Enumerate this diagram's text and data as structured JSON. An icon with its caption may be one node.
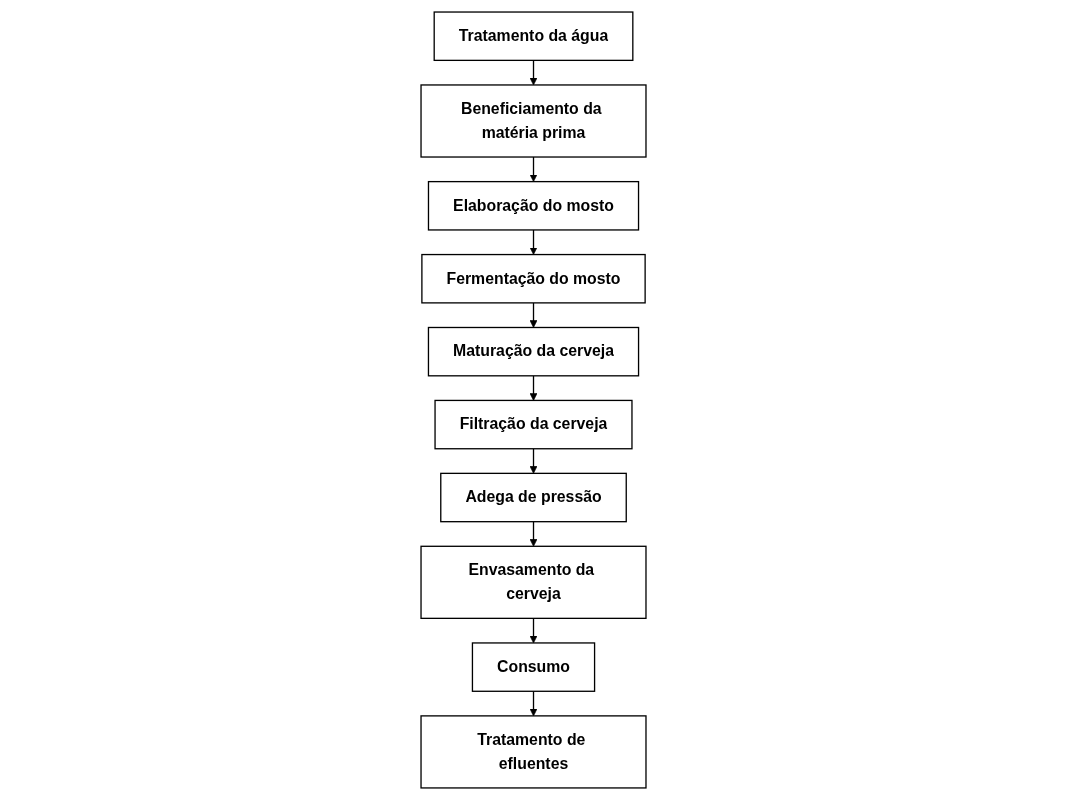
{
  "diagram": {
    "nodes": [
      {
        "text": [
          "Tratamento da água"
        ]
      },
      {
        "text": [
          "Beneficiamento da matéria prima"
        ]
      },
      {
        "text": [
          "Elaboração do mosto"
        ]
      },
      {
        "text": [
          "Fermentação do mosto"
        ]
      },
      {
        "text": [
          "Maturação da cerveja"
        ]
      },
      {
        "text": [
          "Filtração da cerveja"
        ]
      },
      {
        "text": [
          "Adega de pressão"
        ]
      },
      {
        "text": [
          "Envasamento da cerveja"
        ]
      },
      {
        "text": [
          "Consumo"
        ]
      },
      {
        "text": [
          "Tratamento de efluentes"
        ]
      }
    ],
    "edges": [
      {
        "from": 0,
        "to": 1,
        "arrow": "to"
      },
      {
        "from": 1,
        "to": 2,
        "arrow": "to"
      },
      {
        "from": 2,
        "to": 3,
        "arrow": "to"
      },
      {
        "from": 3,
        "to": 4,
        "arrow": "to"
      },
      {
        "from": 4,
        "to": 5,
        "arrow": "to"
      },
      {
        "from": 5,
        "to": 6,
        "arrow": "to"
      },
      {
        "from": 6,
        "to": 7,
        "arrow": "to"
      },
      {
        "from": 7,
        "to": 8,
        "arrow": "to"
      },
      {
        "from": 8,
        "to": 9,
        "arrow": "to"
      }
    ]
  }
}
